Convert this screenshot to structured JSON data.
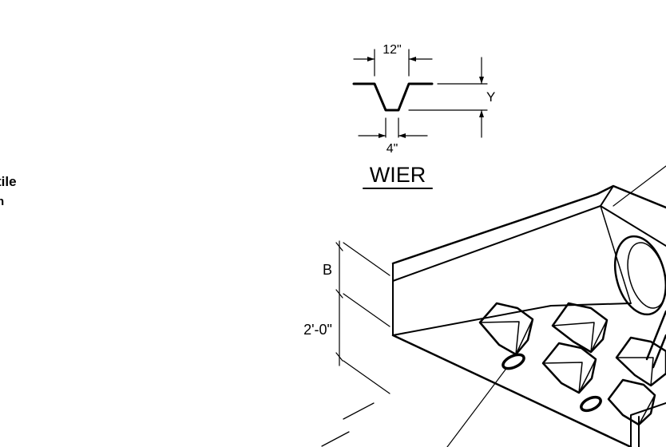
{
  "left_fragments": {
    "line1": "tile",
    "line2": "n"
  },
  "weir_detail": {
    "title": "WIER",
    "top_width": "12\"",
    "bottom_width": "4\"",
    "depth": "Y"
  },
  "basin": {
    "dim_upper": "B",
    "dim_lower": "2'-0\""
  }
}
